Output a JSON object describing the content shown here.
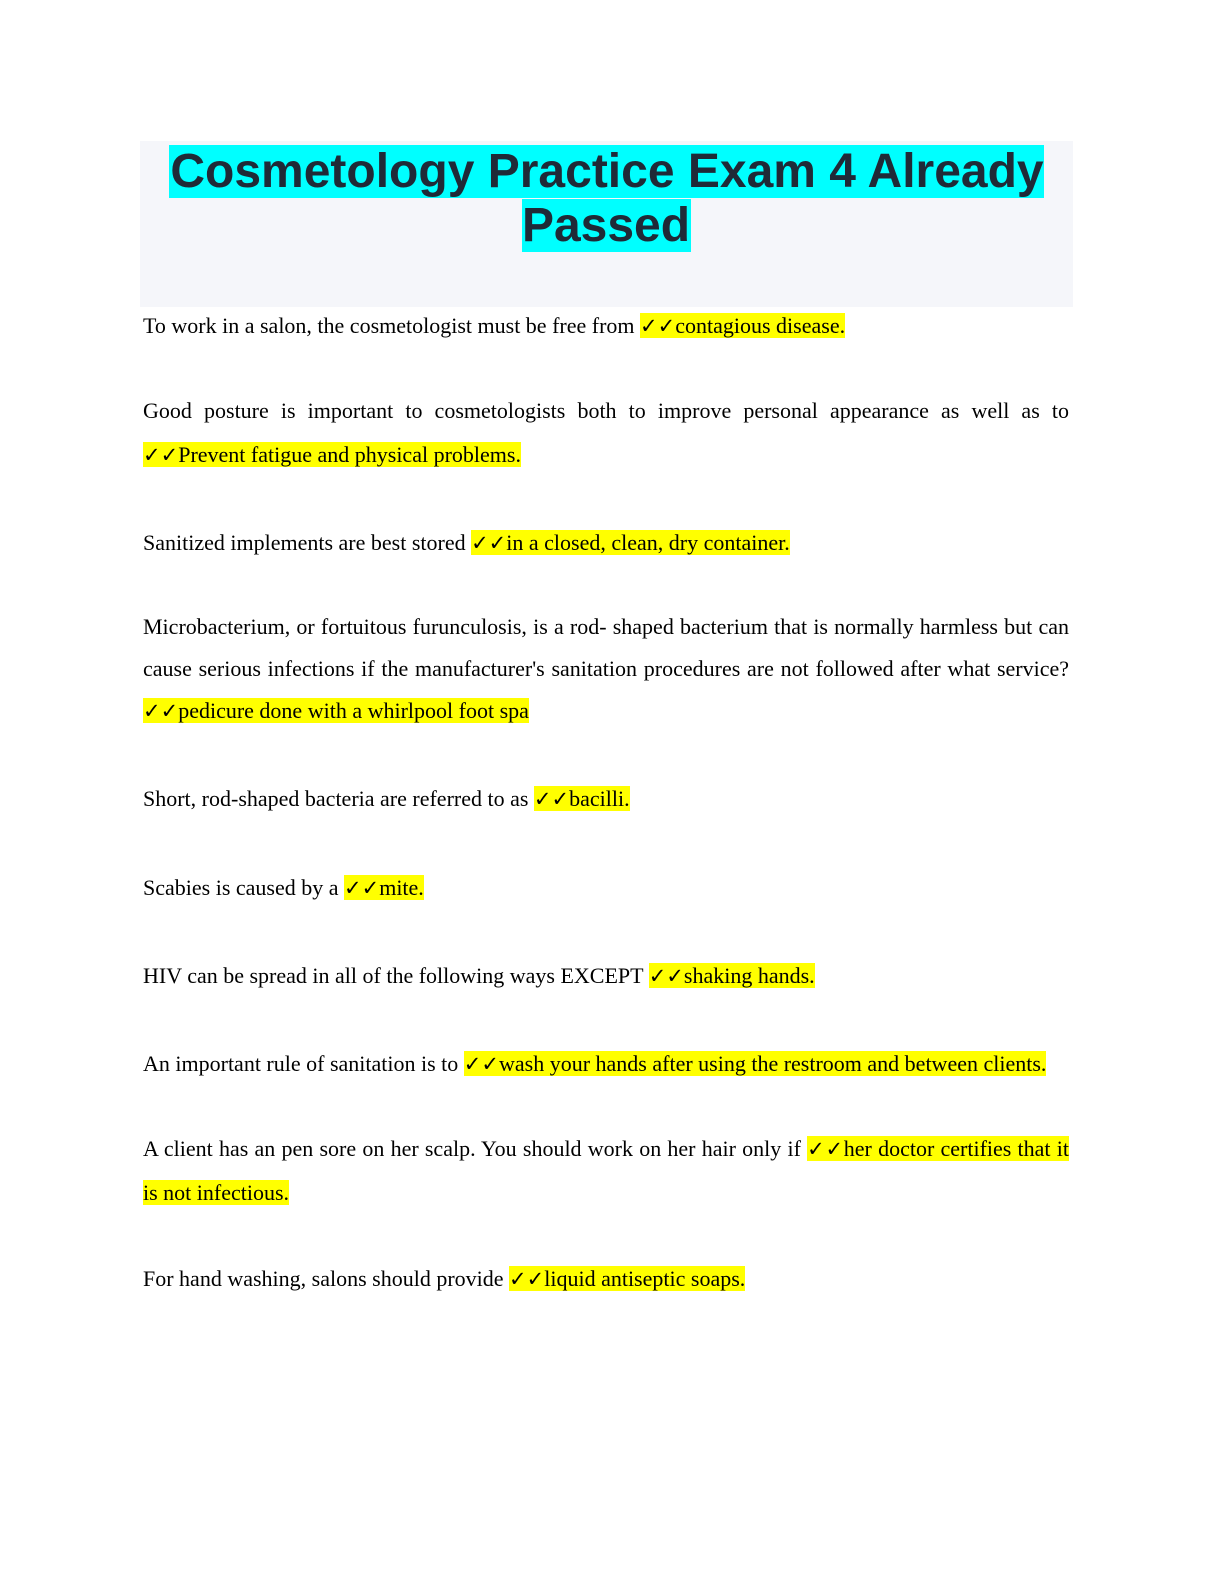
{
  "title": "Cosmetology Practice Exam 4 Already Passed",
  "check_mark": "✓✓",
  "items": [
    {
      "question": "To work in a salon, the cosmetologist must be free from ",
      "answer": "contagious disease."
    },
    {
      "question": "Good posture is important to cosmetologists both to improve personal appearance as well as to ",
      "answer": "Prevent fatigue and physical problems."
    },
    {
      "question": "Sanitized implements are best stored ",
      "answer": "in a closed, clean, dry container."
    },
    {
      "question": "Microbacterium, or fortuitous furunculosis, is a rod- shaped bacterium that is normally harmless but can cause serious infections if the manufacturer's sanitation procedures are not followed after what service? ",
      "answer": "pedicure done with a whirlpool foot spa"
    },
    {
      "question": "Short, rod-shaped bacteria are referred to as ",
      "answer": "bacilli."
    },
    {
      "question": "Scabies is caused by a ",
      "answer": "mite."
    },
    {
      "question": "HIV can be spread in all of the following ways EXCEPT ",
      "answer": "shaking hands."
    },
    {
      "question": "An important rule of sanitation is to ",
      "answer": "wash your hands after using the restroom and between clients."
    },
    {
      "question": "A client has an pen sore on her scalp. You should work on her hair only if ",
      "answer": "her doctor certifies that it is not infectious."
    },
    {
      "question": "For hand washing, salons should provide ",
      "answer": "liquid antiseptic soaps."
    }
  ]
}
